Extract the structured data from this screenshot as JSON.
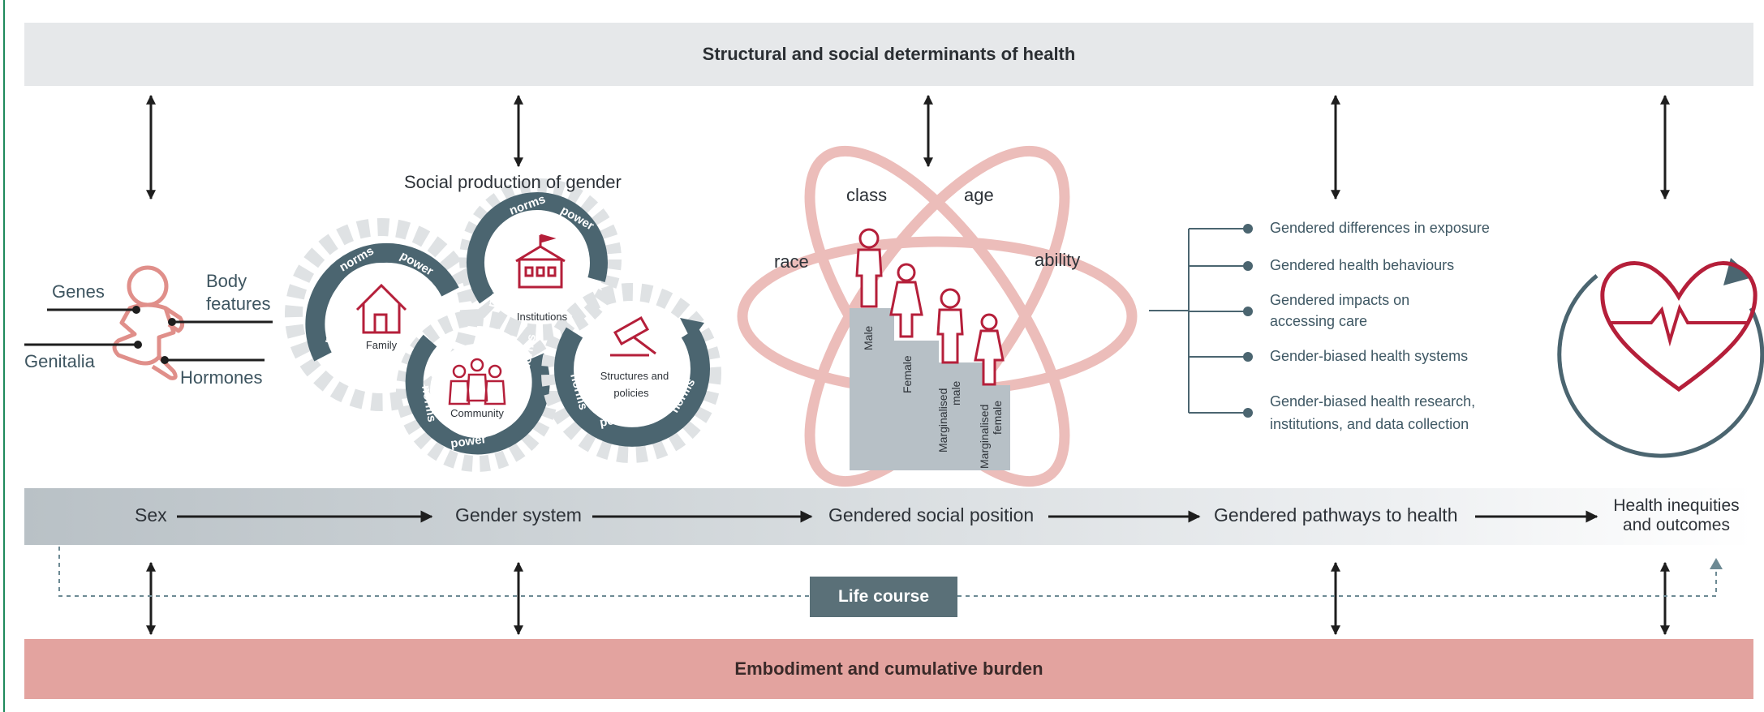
{
  "header": {
    "title": "Structural and social determinants of health"
  },
  "footer": {
    "title": "Embodiment and cumulative burden"
  },
  "stages": [
    "Sex",
    "Gender system",
    "Gendered social position",
    "Gendered pathways to health",
    "Health inequities and outcomes"
  ],
  "stage_outcome_lines": [
    "Health inequities",
    "and outcomes"
  ],
  "life_course": "Life course",
  "sex_panel": {
    "labels": {
      "genes": "Genes",
      "genitalia": "Genitalia",
      "body_line1": "Body",
      "body_line2": "features",
      "hormones": "Hormones"
    }
  },
  "gender_panel": {
    "title": "Social production of gender",
    "gear_words": {
      "norms": "norms",
      "power": "power"
    },
    "family": "Family",
    "institutions": "Institutions",
    "community": "Community",
    "structures_line1": "Structures and",
    "structures_line2": "policies"
  },
  "position_panel": {
    "orbits": {
      "class": "class",
      "age": "age",
      "race": "race",
      "ability": "ability"
    },
    "steps": [
      "Male",
      "Female",
      "Marginalised male",
      "Marginalised female"
    ],
    "step_lines": {
      "male": [
        "Male"
      ],
      "female": [
        "Female"
      ],
      "marg_male": [
        "Marginalised",
        "male"
      ],
      "marg_female": [
        "Marginalised",
        "female"
      ]
    }
  },
  "pathways": [
    {
      "lines": [
        "Gendered differences in exposure"
      ]
    },
    {
      "lines": [
        "Gendered health behaviours"
      ]
    },
    {
      "lines": [
        "Gendered impacts on",
        "accessing care"
      ]
    },
    {
      "lines": [
        "Gender-biased health systems"
      ]
    },
    {
      "lines": [
        "Gender-biased health research,",
        "institutions, and data collection"
      ]
    }
  ],
  "colors": {
    "teal": "#4b6570",
    "red": "#b51f3a",
    "pink": "#e3a39f",
    "grey": "#e6e8ea"
  }
}
